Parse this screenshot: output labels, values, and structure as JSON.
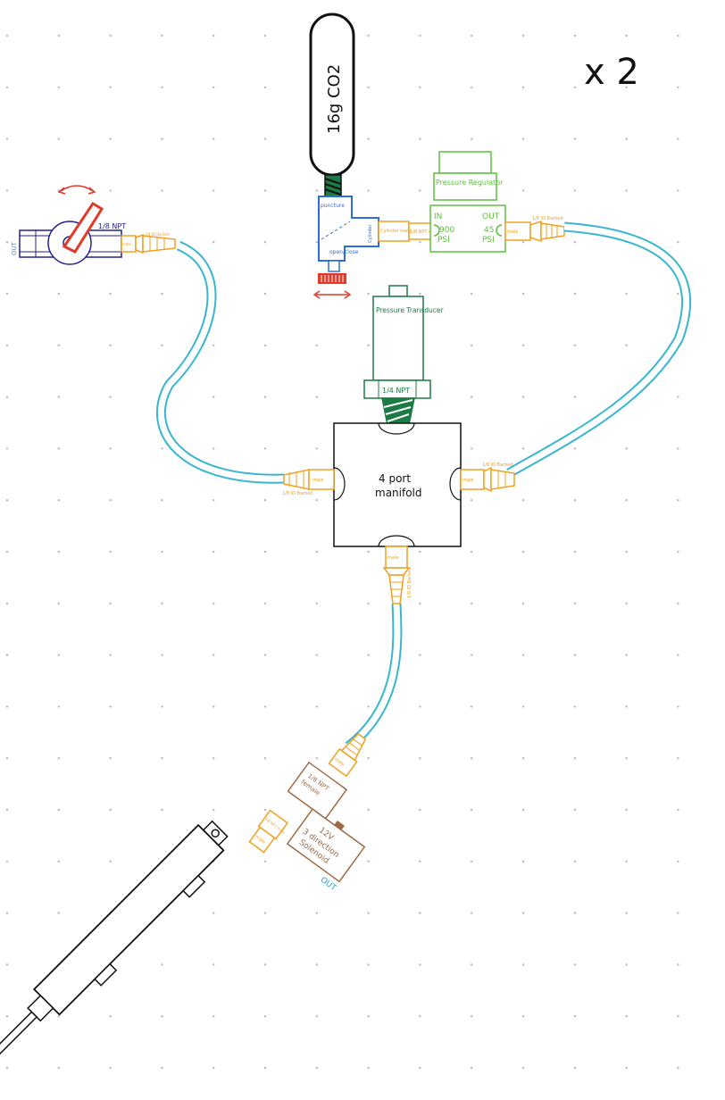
{
  "multiplier": "x 2",
  "colors": {
    "ink": "#111111",
    "tube": "#39b6cf",
    "fitting": "#f0a020",
    "regulator": "#5bbf3f",
    "transducer": "#1c7a44",
    "valve": "#22208e",
    "valve_handle": "#e03a2a",
    "solenoid": "#9c6b45",
    "out_label": "#2aa4c8",
    "puncture": "#2b6de0",
    "knob": "#e03a2a",
    "grid_dot": "#b8b8b8"
  },
  "cartridge": {
    "label": "16g CO2"
  },
  "puncture_adapter": {
    "label_top": "puncture",
    "label_side": "open/close",
    "label_out": "Cylinder"
  },
  "regulator": {
    "title": "Pressure Regulator",
    "in_label": "IN",
    "in_value": "900",
    "in_unit": "PSI",
    "out_label": "OUT",
    "out_value": "45",
    "out_unit": "PSI"
  },
  "transducer": {
    "title": "Pressure Transducer",
    "thread": "1/4 NPT"
  },
  "manifold": {
    "label_line1": "4 port",
    "label_line2": "manifold"
  },
  "ball_valve": {
    "thread": "1/8 NPT",
    "out_label": "OUT"
  },
  "solenoid": {
    "label_line1": "12V",
    "label_line2": "3 direction",
    "label_line3": "Solenoid",
    "thread_line1": "1/8 NPT",
    "thread_line2": "female",
    "out_label": "OUT"
  },
  "fitting_labels": {
    "male": "male",
    "barbed": "1/8 ID Barbed",
    "npt_male": "1/8 NPT male",
    "cylinder_male": "Cylinder male"
  }
}
